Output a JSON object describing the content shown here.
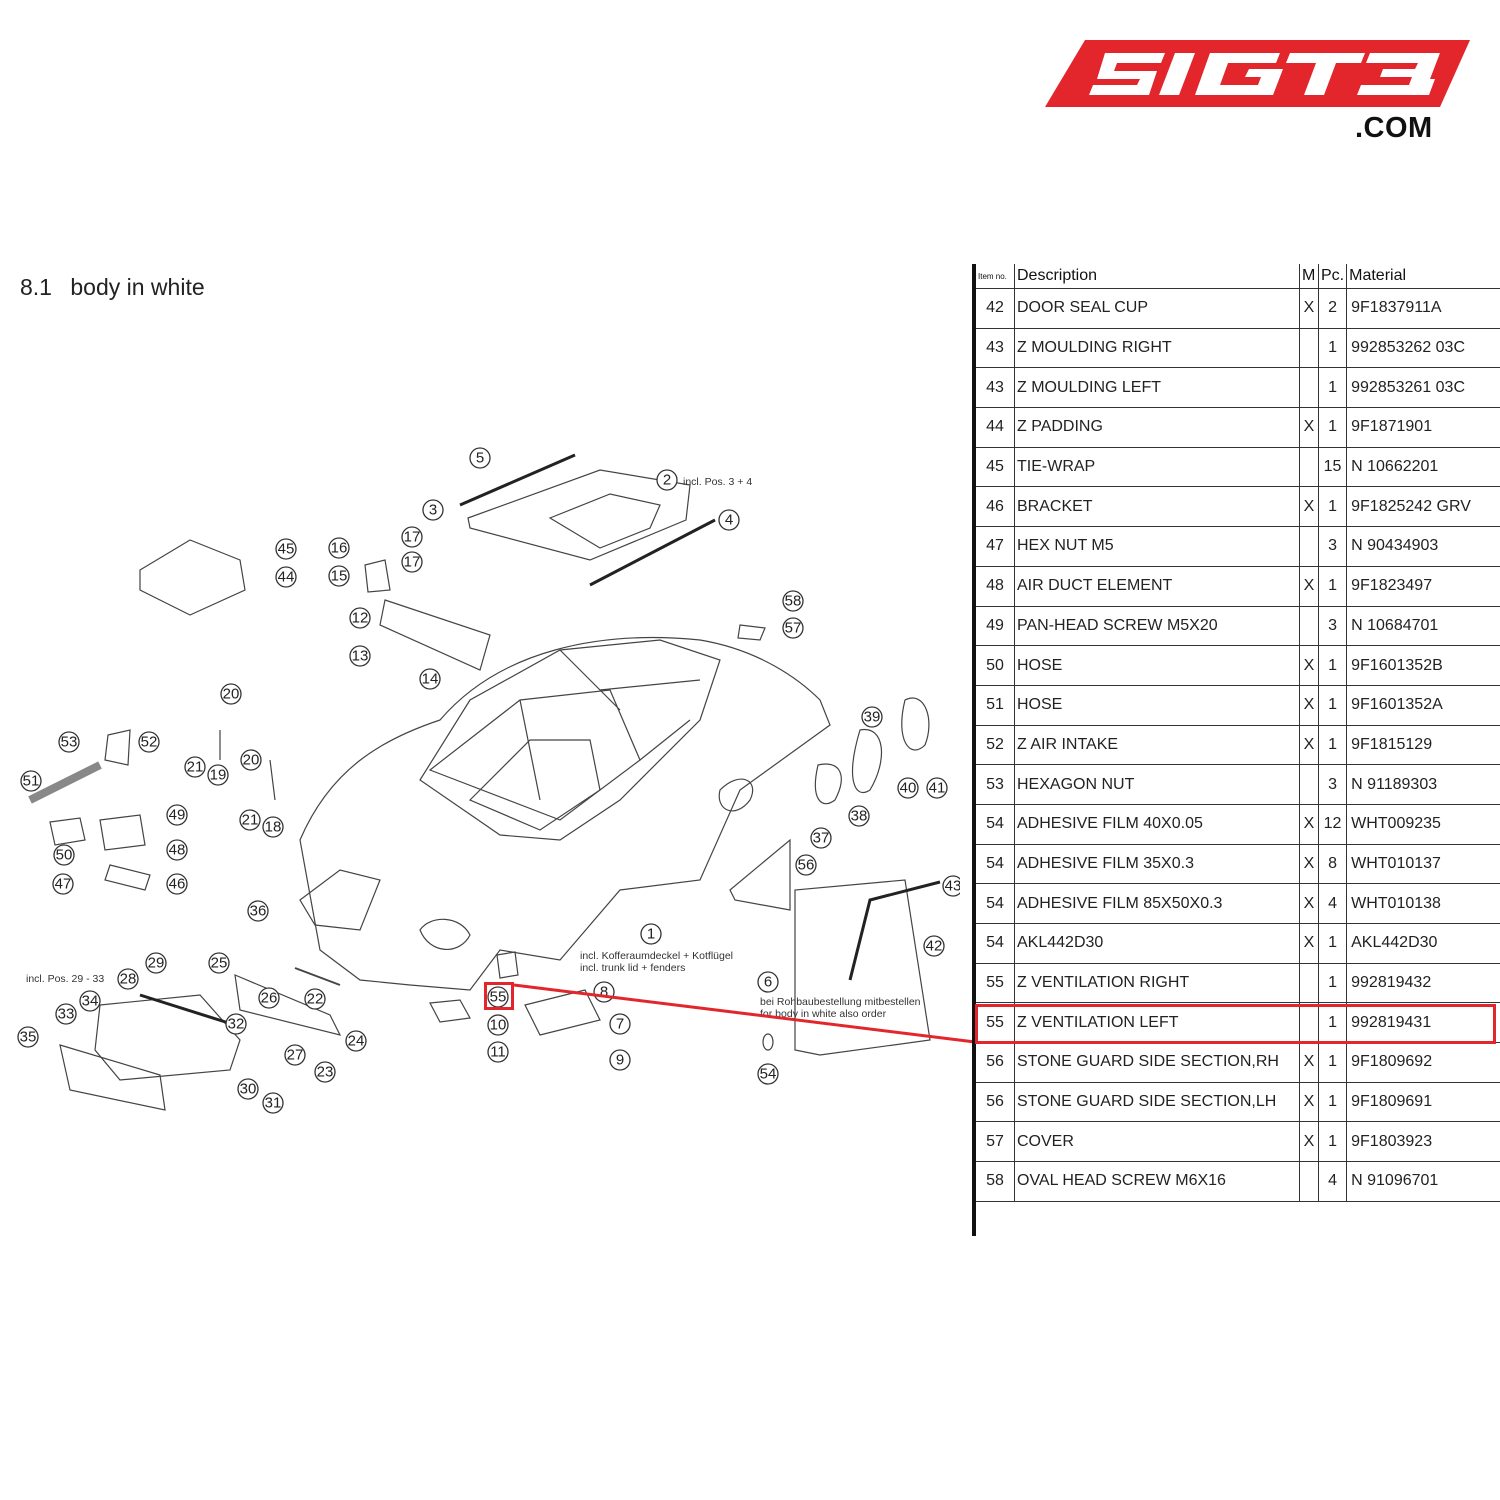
{
  "brand": {
    "logo_text": "51GT3",
    "domain_suffix": ".COM",
    "brand_color": "#e3262b"
  },
  "section": {
    "number": "8.1",
    "title": "body in white"
  },
  "notes": {
    "pos_2": "incl. Pos. 3 + 4",
    "pos_1_de": "incl. Kofferaumdeckel + Kotflügel",
    "pos_1_en": "incl. trunk lid + fenders",
    "pos_6_de": "bei Rohbaubestellung mitbestellen",
    "pos_6_en": "for body in white also order",
    "pos_28": "incl. Pos. 29 - 33"
  },
  "callouts": [
    "1",
    "2",
    "3",
    "4",
    "5",
    "6",
    "7",
    "8",
    "9",
    "10",
    "11",
    "12",
    "13",
    "14",
    "15",
    "16",
    "17",
    "17",
    "18",
    "19",
    "20",
    "20",
    "21",
    "21",
    "22",
    "23",
    "24",
    "25",
    "26",
    "27",
    "28",
    "29",
    "30",
    "31",
    "32",
    "33",
    "34",
    "35",
    "36",
    "37",
    "38",
    "39",
    "40",
    "41",
    "42",
    "43",
    "44",
    "45",
    "46",
    "47",
    "48",
    "49",
    "50",
    "51",
    "52",
    "53",
    "54",
    "55",
    "56",
    "57",
    "58"
  ],
  "highlight": {
    "item": "55",
    "color": "#e3262b"
  },
  "table": {
    "headers": {
      "item": "Item no.",
      "description": "Description",
      "m": "M",
      "pc": "Pc.",
      "material": "Material"
    },
    "rows": [
      {
        "item": "42",
        "description": "DOOR SEAL CUP",
        "m": "X",
        "pc": "2",
        "material": "9F1837911A"
      },
      {
        "item": "43",
        "description": "Z MOULDING RIGHT",
        "m": "",
        "pc": "1",
        "material": "992853262 03C"
      },
      {
        "item": "43",
        "description": "Z MOULDING LEFT",
        "m": "",
        "pc": "1",
        "material": "992853261 03C"
      },
      {
        "item": "44",
        "description": "Z PADDING",
        "m": "X",
        "pc": "1",
        "material": "9F1871901"
      },
      {
        "item": "45",
        "description": "TIE-WRAP",
        "m": "",
        "pc": "15",
        "material": "N 10662201"
      },
      {
        "item": "46",
        "description": "BRACKET",
        "m": "X",
        "pc": "1",
        "material": "9F1825242 GRV"
      },
      {
        "item": "47",
        "description": "HEX NUT M5",
        "m": "",
        "pc": "3",
        "material": "N 90434903"
      },
      {
        "item": "48",
        "description": "AIR DUCT ELEMENT",
        "m": "X",
        "pc": "1",
        "material": "9F1823497"
      },
      {
        "item": "49",
        "description": "PAN-HEAD SCREW M5X20",
        "m": "",
        "pc": "3",
        "material": "N 10684701"
      },
      {
        "item": "50",
        "description": "HOSE",
        "m": "X",
        "pc": "1",
        "material": "9F1601352B"
      },
      {
        "item": "51",
        "description": "HOSE",
        "m": "X",
        "pc": "1",
        "material": "9F1601352A"
      },
      {
        "item": "52",
        "description": "Z AIR INTAKE",
        "m": "X",
        "pc": "1",
        "material": "9F1815129"
      },
      {
        "item": "53",
        "description": "HEXAGON NUT",
        "m": "",
        "pc": "3",
        "material": "N 91189303"
      },
      {
        "item": "54",
        "description": "ADHESIVE FILM 40X0.05",
        "m": "X",
        "pc": "12",
        "material": "WHT009235"
      },
      {
        "item": "54",
        "description": "ADHESIVE FILM 35X0.3",
        "m": "X",
        "pc": "8",
        "material": "WHT010137"
      },
      {
        "item": "54",
        "description": "ADHESIVE FILM 85X50X0.3",
        "m": "X",
        "pc": "4",
        "material": "WHT010138"
      },
      {
        "item": "54",
        "description": "AKL442D30",
        "m": "X",
        "pc": "1",
        "material": "AKL442D30"
      },
      {
        "item": "55",
        "description": "Z VENTILATION RIGHT",
        "m": "",
        "pc": "1",
        "material": "992819432"
      },
      {
        "item": "55",
        "description": "Z VENTILATION LEFT",
        "m": "",
        "pc": "1",
        "material": "992819431"
      },
      {
        "item": "56",
        "description": "STONE GUARD SIDE SECTION,RH",
        "m": "X",
        "pc": "1",
        "material": "9F1809692"
      },
      {
        "item": "56",
        "description": "STONE GUARD SIDE SECTION,LH",
        "m": "X",
        "pc": "1",
        "material": "9F1809691"
      },
      {
        "item": "57",
        "description": "COVER",
        "m": "X",
        "pc": "1",
        "material": "9F1803923"
      },
      {
        "item": "58",
        "description": "OVAL HEAD SCREW M6X16",
        "m": "",
        "pc": "4",
        "material": "N 91096701"
      }
    ]
  }
}
